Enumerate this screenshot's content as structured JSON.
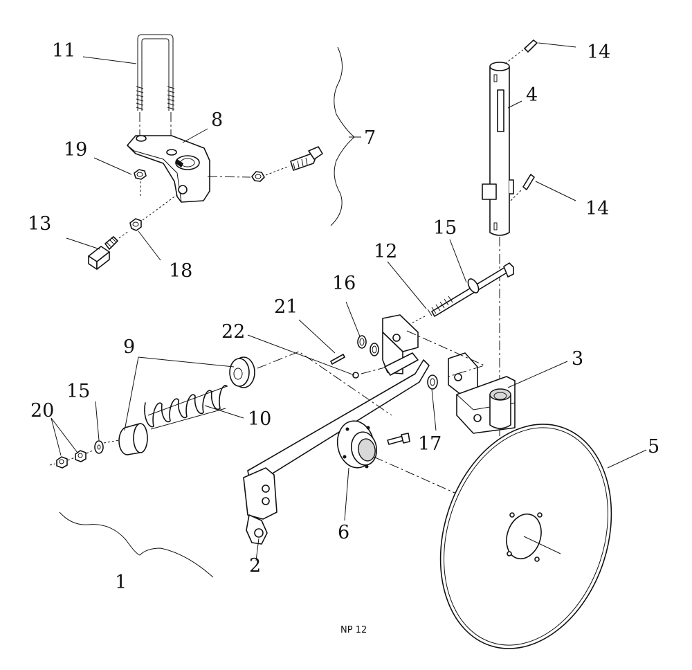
{
  "callouts": {
    "n1": "1",
    "n2": "2",
    "n3": "3",
    "n4": "4",
    "n5": "5",
    "n6": "6",
    "n7": "7",
    "n8": "8",
    "n9": "9",
    "n10": "10",
    "n11": "11",
    "n12": "12",
    "n13": "13",
    "n14a": "14",
    "n14b": "14",
    "n15a": "15",
    "n15b": "15",
    "n16": "16",
    "n17": "17",
    "n18": "18",
    "n19": "19",
    "n20": "20",
    "n21": "21",
    "n22": "22"
  },
  "drawing_code": "NP 12"
}
